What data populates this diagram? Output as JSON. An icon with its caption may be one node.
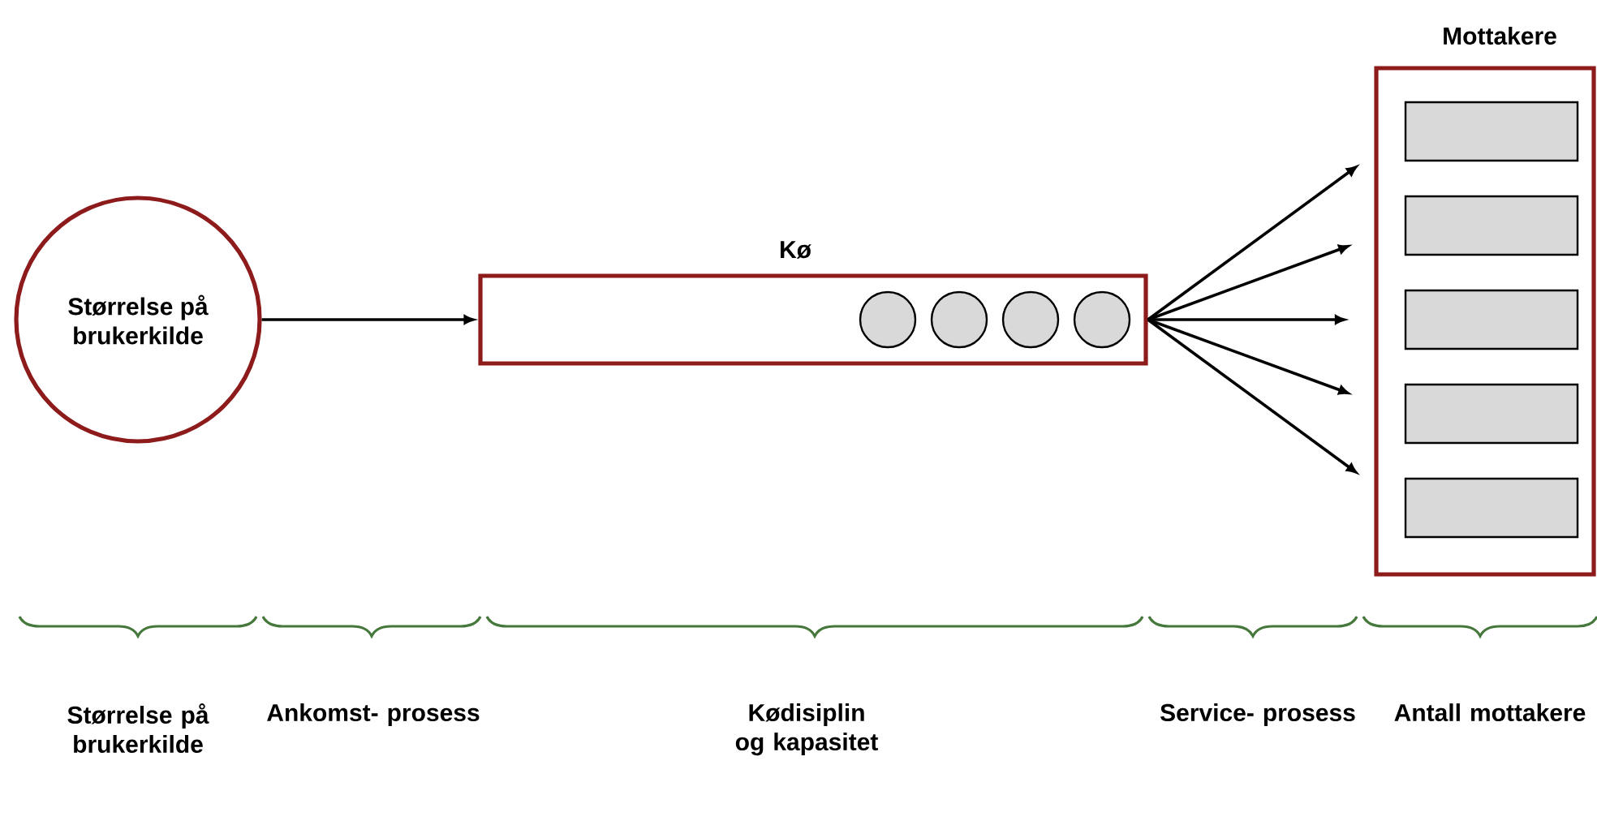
{
  "diagram": {
    "nodes": [
      {
        "text": [
          "Størrelse på brukerkilde"
        ]
      },
      {
        "text": [
          "Kø"
        ]
      },
      {
        "text": [],
        "shape": "circle",
        "in": 1
      },
      {
        "text": [],
        "shape": "circle",
        "in": 1
      },
      {
        "text": [],
        "shape": "circle",
        "in": 1
      },
      {
        "text": [],
        "shape": "circle",
        "in": 1
      },
      {
        "text": [
          "Mottakere"
        ]
      },
      {
        "text": [],
        "shape": "box",
        "in": 6
      },
      {
        "text": [],
        "shape": "box",
        "in": 6
      },
      {
        "text": [],
        "shape": "box",
        "in": 6
      },
      {
        "text": [],
        "shape": "box",
        "in": 6
      },
      {
        "text": [],
        "shape": "box",
        "in": 6
      }
    ],
    "edges": [
      {
        "from": 0,
        "to": 1,
        "arrow": "to"
      },
      {
        "from": 1,
        "to": 7,
        "arrow": "to"
      },
      {
        "from": 1,
        "to": 8,
        "arrow": "to"
      },
      {
        "from": 1,
        "to": 9,
        "arrow": "to"
      },
      {
        "from": 1,
        "to": 10,
        "arrow": "to"
      },
      {
        "from": 1,
        "to": 11,
        "arrow": "to"
      }
    ],
    "labels": [
      "Størrelse på brukerkilde",
      "Ankomst- prosess",
      "Kødisiplin og kapasitet",
      "Service- prosess",
      "Antall mottakere"
    ]
  }
}
